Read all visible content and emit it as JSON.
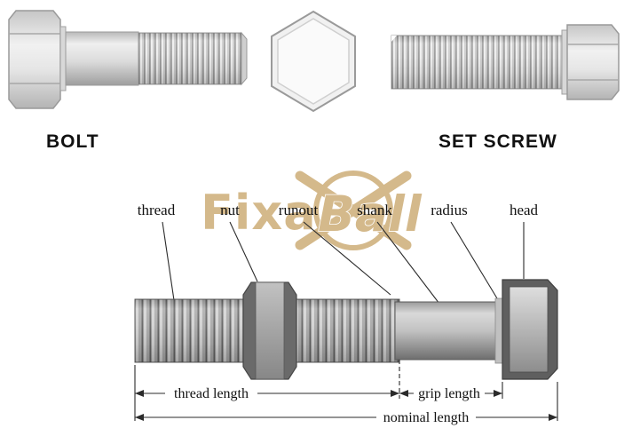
{
  "top": {
    "bolt_label": "BOLT",
    "set_screw_label": "SET SCREW"
  },
  "watermark": {
    "fixa": "Fixa",
    "ball": "Ball"
  },
  "diagram": {
    "part_labels": {
      "thread": "thread",
      "nut": "nut",
      "runout": "runout",
      "shank": "shank",
      "radius": "radius",
      "head": "head"
    },
    "dimension_labels": {
      "thread_length": "thread length",
      "grip_length": "grip length",
      "nominal_length": "nominal length"
    }
  },
  "colors": {
    "metal_light": "#ededed",
    "metal_mid": "#a8a8a8",
    "metal_dark": "#5f5f5f",
    "nut_gray": "#6a6a6a",
    "line_color": "#2b2b2b",
    "watermark_gold": "#c9a66b",
    "background": "#ffffff"
  }
}
